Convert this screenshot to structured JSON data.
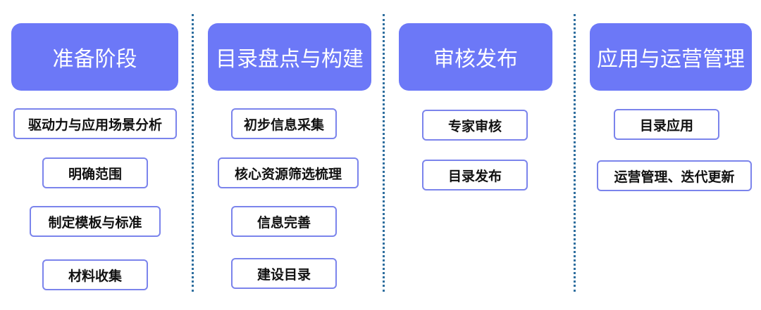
{
  "phases": [
    {
      "title": "准备阶段",
      "steps": [
        "驱动力与应用场景分析",
        "明确范围",
        "制定模板与标准",
        "材料收集"
      ]
    },
    {
      "title": "目录盘点与构建",
      "steps": [
        "初步信息采集",
        "核心资源筛选梳理",
        "信息完善",
        "建设目录"
      ]
    },
    {
      "title": "审核发布",
      "steps": [
        "专家审核",
        "目录发布"
      ]
    },
    {
      "title": "应用与运营管理",
      "steps": [
        "目录应用",
        "运营管理、迭代更新"
      ]
    }
  ],
  "colors": {
    "header_fill": "#6c78f7",
    "box_border": "#7b84ec",
    "divider": "#2f6f9f"
  }
}
